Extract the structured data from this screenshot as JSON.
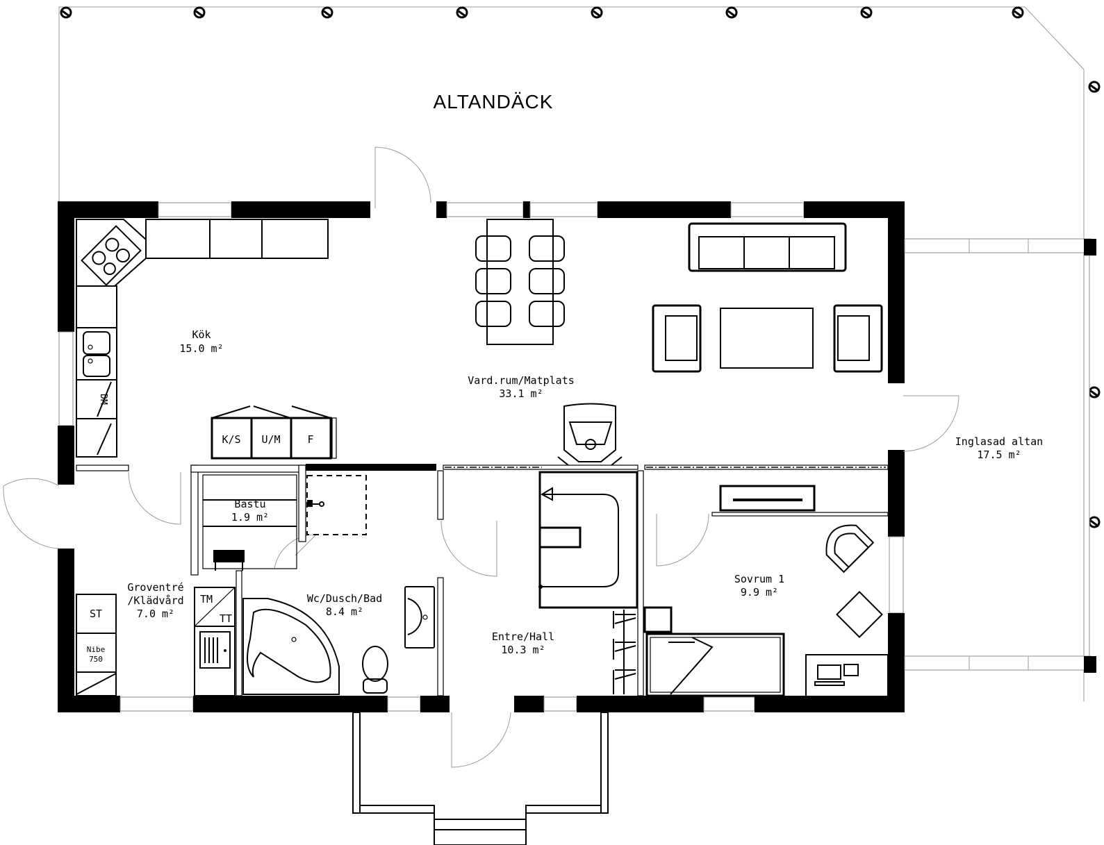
{
  "plan": {
    "deck_label": "ALTANDÄCK",
    "area_unit": "m²",
    "rooms": [
      {
        "id": "kok",
        "name": "Kök",
        "area": "15.0 m²"
      },
      {
        "id": "vardrum",
        "name": "Vard.rum/Matplats",
        "area": "33.1 m²"
      },
      {
        "id": "bastu",
        "name": "Bastu",
        "area": "1.9 m²"
      },
      {
        "id": "groventre",
        "name": "Groventré",
        "name2": "/Klädvård",
        "area": "7.0 m²"
      },
      {
        "id": "wc",
        "name": "Wc/Dusch/Bad",
        "area": "8.4 m²"
      },
      {
        "id": "entre",
        "name": "Entre/Hall",
        "area": "10.3 m²"
      },
      {
        "id": "sovrum",
        "name": "Sovrum 1",
        "area": "9.9 m²"
      },
      {
        "id": "altan",
        "name": "Inglasad altan",
        "area": "17.5 m²"
      }
    ],
    "fixtures": {
      "dishwasher": "DM",
      "ks": "K/S",
      "um": "U/M",
      "f": "F",
      "st": "ST",
      "nibe_1": "Nibe",
      "nibe_2": "750",
      "tm": "TM",
      "tt": "TT"
    },
    "colors": {
      "wall": "#000000",
      "line": "#000000",
      "window": "#8a8a8a",
      "background": "#ffffff"
    }
  }
}
